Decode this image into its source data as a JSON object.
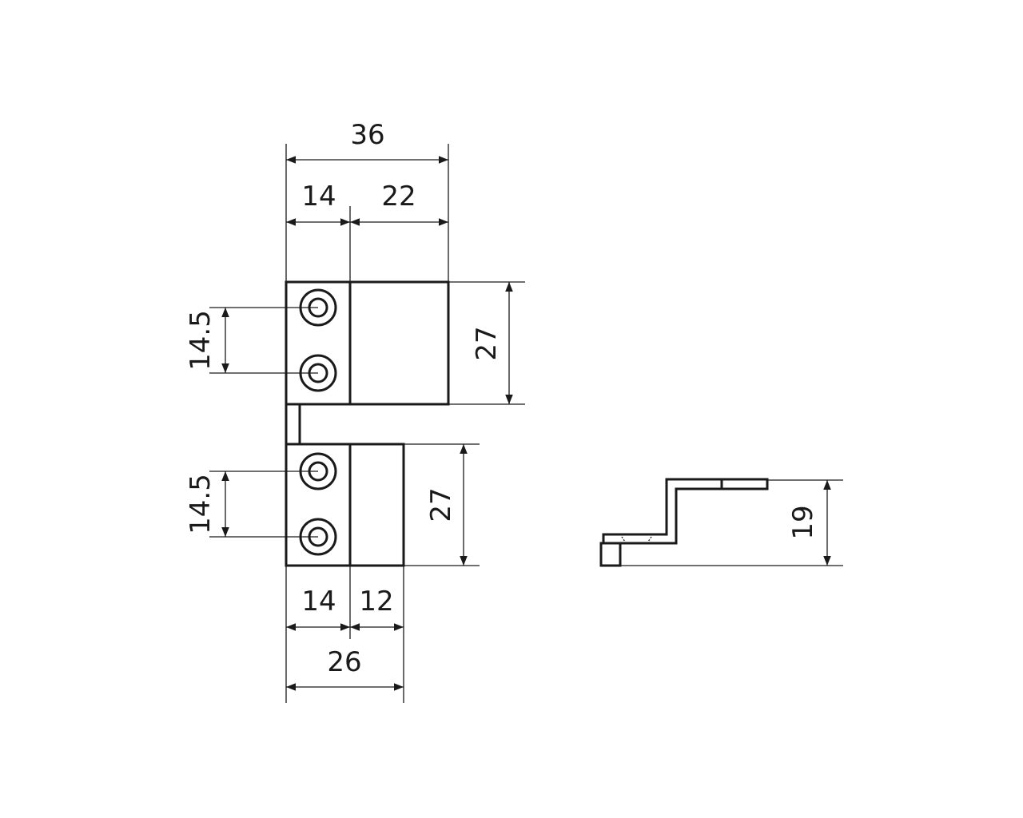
{
  "front_view": {
    "overall_width": "36",
    "top_left_width": "14",
    "top_right_width": "22",
    "top_height": "27",
    "top_hole_spacing": "14.5",
    "bottom_hole_spacing": "14.5",
    "bottom_height": "27",
    "bottom_left_width": "14",
    "bottom_right_width": "12",
    "bottom_overall_width": "26"
  },
  "side_view": {
    "height": "19"
  },
  "colors": {
    "line": "#1a1a1a",
    "background": "#ffffff"
  }
}
